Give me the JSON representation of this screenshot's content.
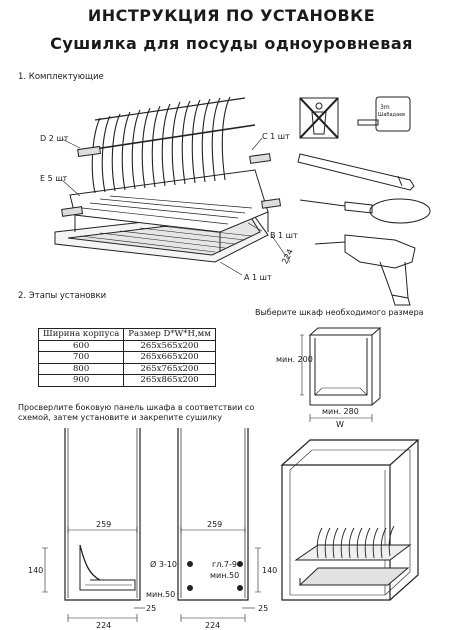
{
  "header": {
    "title": "ИНСТРУКЦИЯ ПО УСТАНОВКЕ",
    "subtitle": "Сушилка для посуды одноуровневая"
  },
  "section1": {
    "heading": "1. Комплектующие",
    "parts": {
      "d": "D 2 шт",
      "c": "C 1 шт",
      "e": "E 5 шт",
      "b": "B 1 шт",
      "a": "A 1 шт",
      "depth": "224"
    },
    "tools": {
      "tape_label_1": "3m",
      "tape_label_2": "Шабадаев"
    }
  },
  "section2": {
    "heading": "2. Этапы установки",
    "table": {
      "headers": [
        "Ширина корпуса",
        "Размер D*W*H,мм"
      ],
      "rows": [
        [
          "600",
          "265х565х200"
        ],
        [
          "700",
          "265х665х200"
        ],
        [
          "800",
          "265х765х200"
        ],
        [
          "900",
          "265х865х200"
        ]
      ]
    },
    "cabinet_select": {
      "caption": "Выберите шкаф необходимого размера",
      "min_height": "мин. 200",
      "min_depth": "мин. 280",
      "width": "W"
    },
    "instruction": "Просверлите боковую панель шкафа в соответствии со схемой, затем установите и закрепите сушилку",
    "side_panel_1": {
      "d259": "259",
      "d140": "140",
      "d224": "224",
      "d25": "25",
      "min50": "мин.50"
    },
    "side_panel_2": {
      "d259": "259",
      "hole": "Ø 3-10",
      "depth_label": "гл.7-9",
      "min50": "мин.50",
      "d140": "140",
      "d224": "224",
      "d25": "25"
    }
  }
}
